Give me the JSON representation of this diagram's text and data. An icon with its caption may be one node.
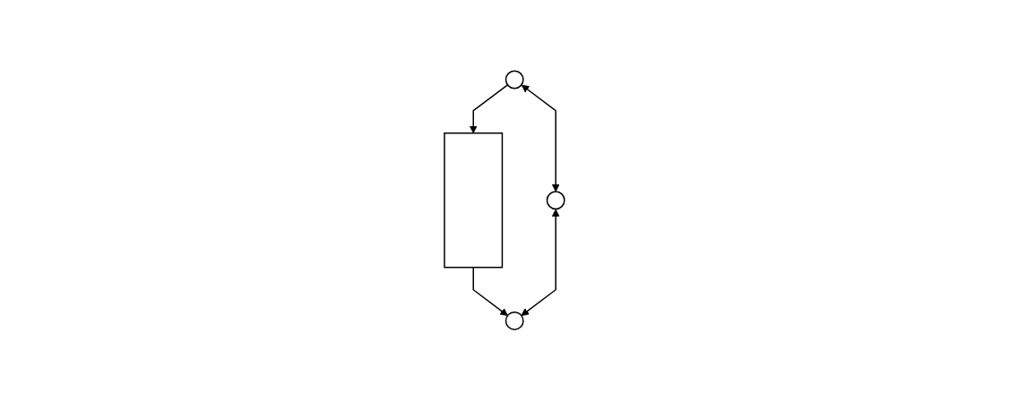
{
  "diagram": {
    "nodes": [
      {
        "text": [],
        "shape": "box"
      },
      {
        "text": [],
        "shape": "circle"
      },
      {
        "text": [],
        "shape": "circle"
      },
      {
        "text": [],
        "shape": "circle"
      }
    ],
    "edges": [
      {
        "from": 1,
        "to": 0,
        "arrow": "to"
      },
      {
        "from": 0,
        "to": 3,
        "arrow": "to"
      },
      {
        "from": 1,
        "to": 2,
        "arrow": "both"
      },
      {
        "from": 2,
        "to": 3,
        "arrow": "both"
      }
    ]
  }
}
